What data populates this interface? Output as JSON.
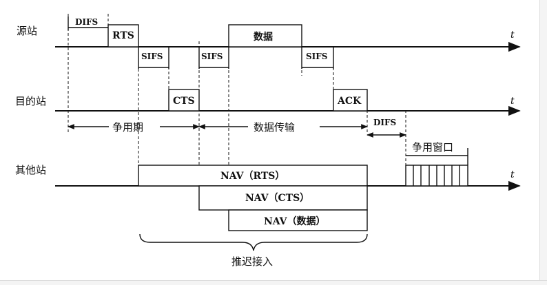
{
  "rows": {
    "source": "源站",
    "dest": "目的站",
    "others": "其他站"
  },
  "time_symbol": "t",
  "frames": {
    "rts": "RTS",
    "data": "数据",
    "cts": "CTS",
    "ack": "ACK"
  },
  "gaps": {
    "difs": "DIFS",
    "sifs": "SIFS",
    "difs2": "DIFS"
  },
  "periods": {
    "contention": "争用期",
    "transfer": "数据传输",
    "window": "争用窗口"
  },
  "nav": {
    "rts": "NAV（RTS）",
    "cts": "NAV（CTS）",
    "data": "NAV（数据）"
  },
  "deferred_access": "推迟接入"
}
